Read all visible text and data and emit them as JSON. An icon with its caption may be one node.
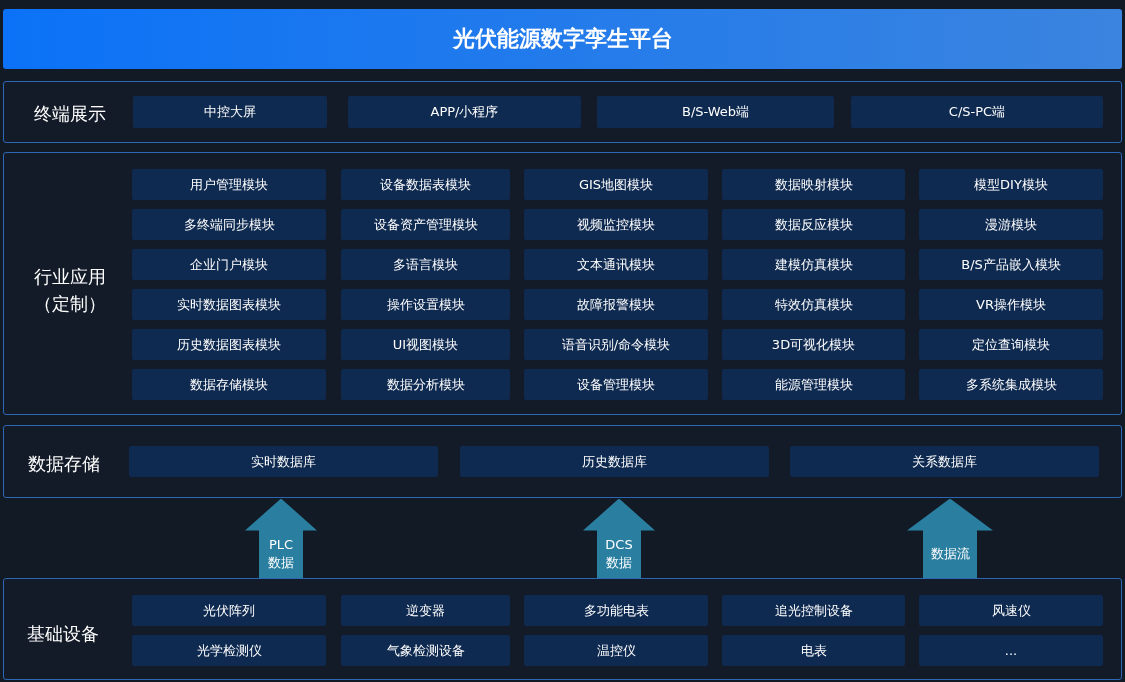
{
  "diagram": {
    "title": "光伏能源数字孪生平台",
    "nodes": [
      {
        "text": [
          "终端展示"
        ]
      },
      {
        "text": [
          "中控大屏"
        ],
        "in": 0
      },
      {
        "text": [
          "APP/小程序"
        ],
        "in": 0
      },
      {
        "text": [
          "B/S-Web端"
        ],
        "in": 0
      },
      {
        "text": [
          "C/S-PC端"
        ],
        "in": 0
      },
      {
        "text": [
          "行业应用（定制）"
        ]
      },
      {
        "text": [
          "用户管理模块"
        ],
        "in": 5
      },
      {
        "text": [
          "设备数据表模块"
        ],
        "in": 5
      },
      {
        "text": [
          "GIS地图模块"
        ],
        "in": 5
      },
      {
        "text": [
          "数据映射模块"
        ],
        "in": 5
      },
      {
        "text": [
          "模型DIY模块"
        ],
        "in": 5
      },
      {
        "text": [
          "多终端同步模块"
        ],
        "in": 5
      },
      {
        "text": [
          "设备资产管理模块"
        ],
        "in": 5
      },
      {
        "text": [
          "视频监控模块"
        ],
        "in": 5
      },
      {
        "text": [
          "数据反应模块"
        ],
        "in": 5
      },
      {
        "text": [
          "漫游模块"
        ],
        "in": 5
      },
      {
        "text": [
          "企业门户模块"
        ],
        "in": 5
      },
      {
        "text": [
          "多语言模块"
        ],
        "in": 5
      },
      {
        "text": [
          "文本通讯模块"
        ],
        "in": 5
      },
      {
        "text": [
          "建模仿真模块"
        ],
        "in": 5
      },
      {
        "text": [
          "B/S产品嵌入模块"
        ],
        "in": 5
      },
      {
        "text": [
          "实时数据图表模块"
        ],
        "in": 5
      },
      {
        "text": [
          "操作设置模块"
        ],
        "in": 5
      },
      {
        "text": [
          "故障报警模块"
        ],
        "in": 5
      },
      {
        "text": [
          "特效仿真模块"
        ],
        "in": 5
      },
      {
        "text": [
          "VR操作模块"
        ],
        "in": 5
      },
      {
        "text": [
          "历史数据图表模块"
        ],
        "in": 5
      },
      {
        "text": [
          "UI视图模块"
        ],
        "in": 5
      },
      {
        "text": [
          "语音识别/命令模块"
        ],
        "in": 5
      },
      {
        "text": [
          "3D可视化模块"
        ],
        "in": 5
      },
      {
        "text": [
          "定位查询模块"
        ],
        "in": 5
      },
      {
        "text": [
          "数据存储模块"
        ],
        "in": 5
      },
      {
        "text": [
          "数据分析模块"
        ],
        "in": 5
      },
      {
        "text": [
          "设备管理模块"
        ],
        "in": 5
      },
      {
        "text": [
          "能源管理模块"
        ],
        "in": 5
      },
      {
        "text": [
          "多系统集成模块"
        ],
        "in": 5
      },
      {
        "text": [
          "数据存储"
        ]
      },
      {
        "text": [
          "实时数据库"
        ],
        "in": 36
      },
      {
        "text": [
          "历史数据库"
        ],
        "in": 36
      },
      {
        "text": [
          "关系数据库"
        ],
        "in": 36
      },
      {
        "text": [
          "基础设备"
        ]
      },
      {
        "text": [
          "光伏阵列"
        ],
        "in": 40
      },
      {
        "text": [
          "逆变器"
        ],
        "in": 40
      },
      {
        "text": [
          "多功能电表"
        ],
        "in": 40
      },
      {
        "text": [
          "追光控制设备"
        ],
        "in": 40
      },
      {
        "text": [
          "风速仪"
        ],
        "in": 40
      },
      {
        "text": [
          "光学检测仪"
        ],
        "in": 40
      },
      {
        "text": [
          "气象检测设备"
        ],
        "in": 40
      },
      {
        "text": [
          "温控仪"
        ],
        "in": 40
      },
      {
        "text": [
          "电表"
        ],
        "in": 40
      },
      {
        "text": [
          "..."
        ],
        "in": 40
      }
    ],
    "edges": [
      {
        "from": 40,
        "to": 36,
        "arrow": "to",
        "label": "PLC 数据"
      },
      {
        "from": 40,
        "to": 36,
        "arrow": "to",
        "label": "DCS 数据"
      },
      {
        "from": 40,
        "to": 36,
        "arrow": "to",
        "label": "数据流"
      }
    ]
  }
}
